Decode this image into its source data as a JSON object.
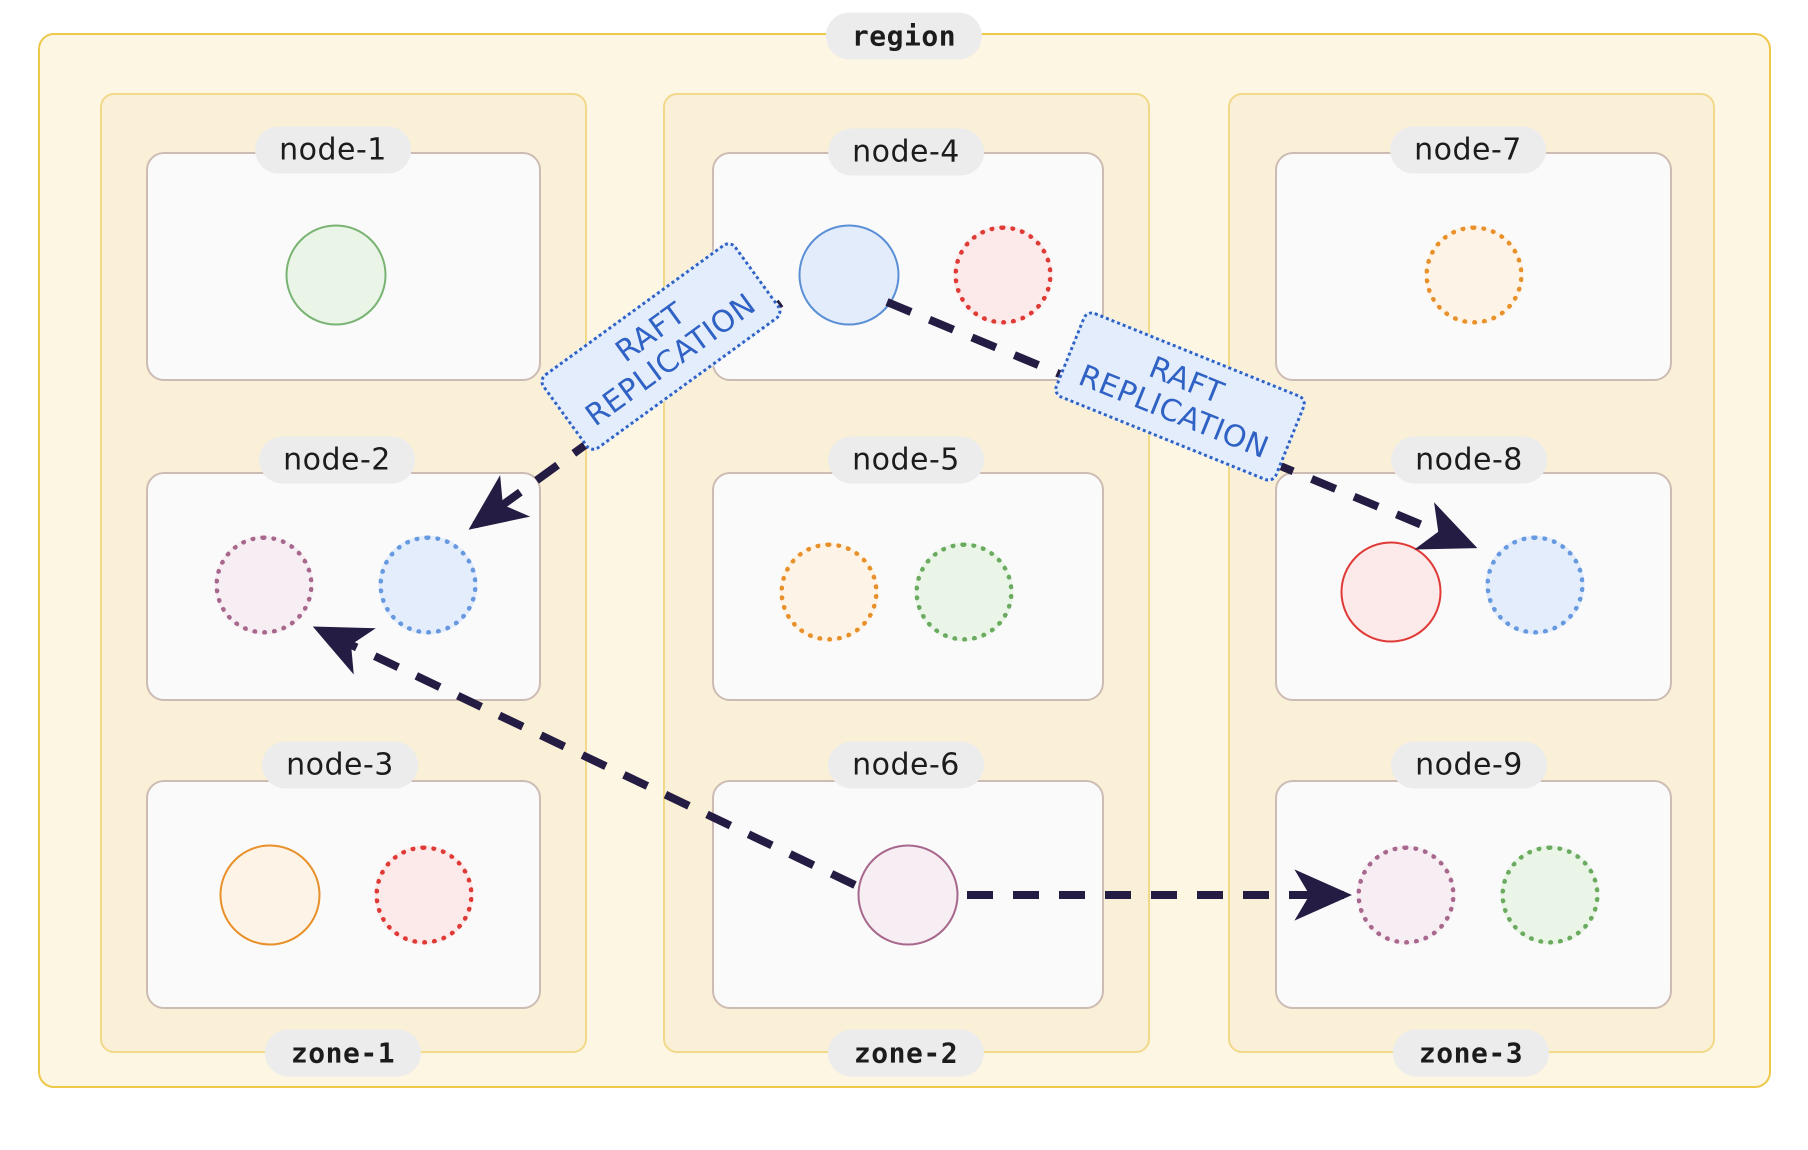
{
  "diagram": {
    "type": "distributed-cluster-topology",
    "region": {
      "label": "region"
    },
    "zones": [
      {
        "id": "zone-1",
        "label": "zone-1"
      },
      {
        "id": "zone-2",
        "label": "zone-2"
      },
      {
        "id": "zone-3",
        "label": "zone-3"
      }
    ],
    "nodes": [
      {
        "id": "node-1",
        "label": "node-1",
        "zone": "zone-1",
        "shards": [
          {
            "color": "#79b473",
            "fill": "#eaf5e8",
            "style": "solid",
            "size": 101
          }
        ]
      },
      {
        "id": "node-2",
        "label": "node-2",
        "zone": "zone-1",
        "shards": [
          {
            "color": "#a8678c",
            "fill": "#f6eef3",
            "style": "dotted",
            "size": 99
          },
          {
            "color": "#6699e0",
            "fill": "#e4edfb",
            "style": "dotted",
            "size": 99
          }
        ]
      },
      {
        "id": "node-3",
        "label": "node-3",
        "zone": "zone-1",
        "shards": [
          {
            "color": "#e8902a",
            "fill": "#fdf3e6",
            "style": "solid",
            "size": 101
          },
          {
            "color": "#e03a36",
            "fill": "#fceaea",
            "style": "dotted",
            "size": 99
          }
        ]
      },
      {
        "id": "node-4",
        "label": "node-4",
        "zone": "zone-2",
        "shards": [
          {
            "color": "#5a8fd6",
            "fill": "#e2ecfa",
            "style": "solid",
            "size": 101
          },
          {
            "color": "#e03a36",
            "fill": "#fceaea",
            "style": "dotted",
            "size": 99
          }
        ]
      },
      {
        "id": "node-5",
        "label": "node-5",
        "zone": "zone-2",
        "shards": [
          {
            "color": "#e8902a",
            "fill": "#fdf3e6",
            "style": "dotted",
            "size": 99
          },
          {
            "color": "#6aab5f",
            "fill": "#eaf5e8",
            "style": "dotted",
            "size": 99
          }
        ]
      },
      {
        "id": "node-6",
        "label": "node-6",
        "zone": "zone-2",
        "shards": [
          {
            "color": "#a8678c",
            "fill": "#f6eef3",
            "style": "solid",
            "size": 101
          }
        ]
      },
      {
        "id": "node-7",
        "label": "node-7",
        "zone": "zone-3",
        "shards": [
          {
            "color": "#e8902a",
            "fill": "#fdf3e6",
            "style": "dotted",
            "size": 99
          }
        ]
      },
      {
        "id": "node-8",
        "label": "node-8",
        "zone": "zone-3",
        "shards": [
          {
            "color": "#e03a36",
            "fill": "#fceaea",
            "style": "solid",
            "size": 101
          },
          {
            "color": "#6699e0",
            "fill": "#e4edfb",
            "style": "dotted",
            "size": 99
          }
        ]
      },
      {
        "id": "node-9",
        "label": "node-9",
        "zone": "zone-3",
        "shards": [
          {
            "color": "#a8678c",
            "fill": "#f6eef3",
            "style": "dotted",
            "size": 99
          },
          {
            "color": "#6aab5f",
            "fill": "#eaf5e8",
            "style": "dotted",
            "size": 99
          }
        ]
      }
    ],
    "edges": [
      {
        "id": "edge-node4-node2",
        "from": "node-4",
        "to": "node-2",
        "label": "RAFT\nREPLICATION",
        "style": "dashed"
      },
      {
        "id": "edge-node4-node8",
        "from": "node-4",
        "to": "node-8",
        "label": "RAFT\nREPLICATION",
        "style": "dashed"
      },
      {
        "id": "edge-node6-node2",
        "from": "node-6",
        "to": "node-2",
        "label": "",
        "style": "dashed"
      },
      {
        "id": "edge-node6-node9",
        "from": "node-6",
        "to": "node-9",
        "label": "",
        "style": "dashed"
      }
    ],
    "raft_labels": [
      {
        "id": "raft-label-left",
        "line1": "RAFT",
        "line2": "REPLICATION"
      },
      {
        "id": "raft-label-right",
        "line1": "RAFT",
        "line2": "REPLICATION"
      }
    ],
    "colors": {
      "region_fill": "#fdf6e3",
      "region_border": "#edc84b",
      "zone_fill": "#faf0d7",
      "zone_border": "#f2d98a",
      "node_fill": "#fafafa",
      "node_border": "#cdbcb4",
      "badge_fill": "#ececec",
      "arrow": "#241c42",
      "raft_fill": "#e3edfb",
      "raft_border": "#2f62c4",
      "raft_text": "#2f62c4"
    }
  }
}
